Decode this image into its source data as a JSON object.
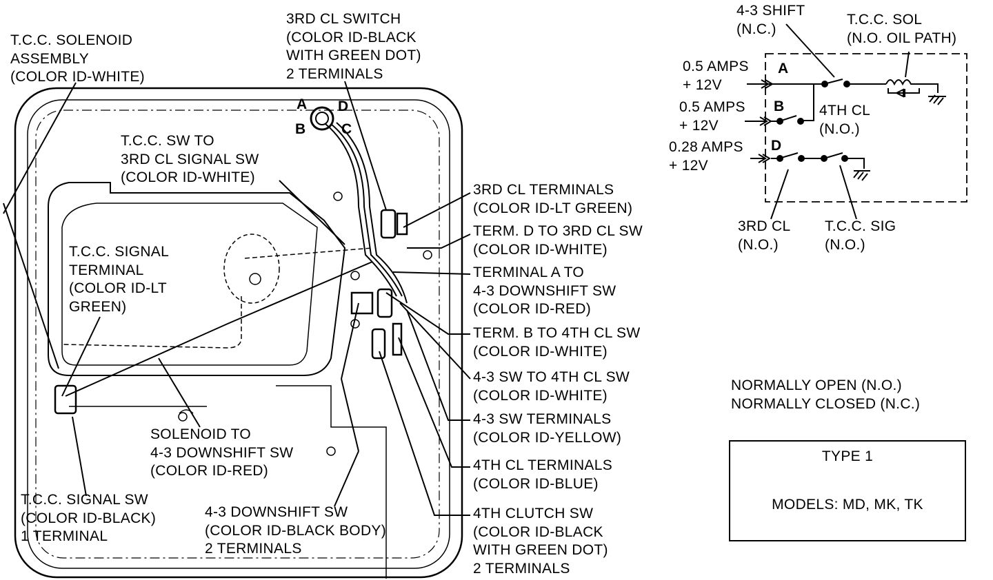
{
  "pan_labels": {
    "tcc_solenoid_assembly": [
      "T.C.C. SOLENOID",
      "ASSEMBLY",
      "(COLOR ID-WHITE)"
    ],
    "third_cl_switch": [
      "3RD CL SWITCH",
      "(COLOR ID-BLACK",
      "WITH GREEN DOT)",
      "2 TERMINALS"
    ],
    "tcc_sw_to_3rd_cl": [
      "T.C.C. SW TO",
      "3RD CL SIGNAL SW",
      "(COLOR ID-WHITE)"
    ],
    "tcc_signal_terminal": [
      "T.C.C. SIGNAL",
      "TERMINAL",
      "(COLOR ID-LT",
      "GREEN)"
    ],
    "third_cl_terminals": [
      "3RD CL TERMINALS",
      "(COLOR ID-LT GREEN)"
    ],
    "term_d": [
      "TERM. D TO 3RD CL SW",
      "(COLOR ID-WHITE)"
    ],
    "terminal_a": [
      "TERMINAL A TO",
      "4-3 DOWNSHIFT SW",
      "(COLOR ID-RED)"
    ],
    "term_b": [
      "TERM. B TO 4TH CL SW",
      "(COLOR ID-WHITE)"
    ],
    "sw43_to_4th": [
      "4-3 SW TO 4TH CL SW",
      "(COLOR ID-WHITE)"
    ],
    "sw43_terminals": [
      "4-3 SW TERMINALS",
      "(COLOR ID-YELLOW)"
    ],
    "fourth_cl_terminals": [
      "4TH CL TERMINALS",
      "(COLOR ID-BLUE)"
    ],
    "fourth_clutch_sw": [
      "4TH CLUTCH SW",
      "(COLOR ID-BLACK",
      "WITH GREEN DOT)",
      "2 TERMINALS"
    ],
    "solenoid_to_43": [
      "SOLENOID TO",
      "4-3 DOWNSHIFT SW",
      "(COLOR ID-RED)"
    ],
    "tcc_signal_sw": [
      "T.C.C. SIGNAL SW",
      "(COLOR ID-BLACK)",
      "1 TERMINAL"
    ],
    "downshift_43_sw": [
      "4-3 DOWNSHIFT SW",
      "(COLOR ID-BLACK BODY)",
      "2 TERMINALS"
    ]
  },
  "connector_letters": {
    "a": "A",
    "b": "B",
    "c": "C",
    "d": "D"
  },
  "schematic": {
    "shift_43": [
      "4-3 SHIFT",
      "(N.C.)"
    ],
    "tcc_sol": [
      "T.C.C. SOL",
      "(N.O. OIL PATH)"
    ],
    "input_a": [
      "0.5 AMPS",
      "+ 12V"
    ],
    "input_b": [
      "0.5 AMPS",
      "+ 12V"
    ],
    "input_d": [
      "0.28 AMPS",
      "+ 12V"
    ],
    "fourth_cl": [
      "4TH CL",
      "(N.O.)"
    ],
    "third_cl": [
      "3RD CL",
      "(N.O.)"
    ],
    "tcc_sig": [
      "T.C.C. SIG",
      "(N.O.)"
    ],
    "terminal_letters": {
      "a": "A",
      "b": "B",
      "d": "D"
    }
  },
  "legend": [
    "NORMALLY OPEN (N.O.)",
    "NORMALLY CLOSED (N.C.)"
  ],
  "type_box": {
    "title": "TYPE 1",
    "models": "MODELS: MD, MK, TK"
  }
}
